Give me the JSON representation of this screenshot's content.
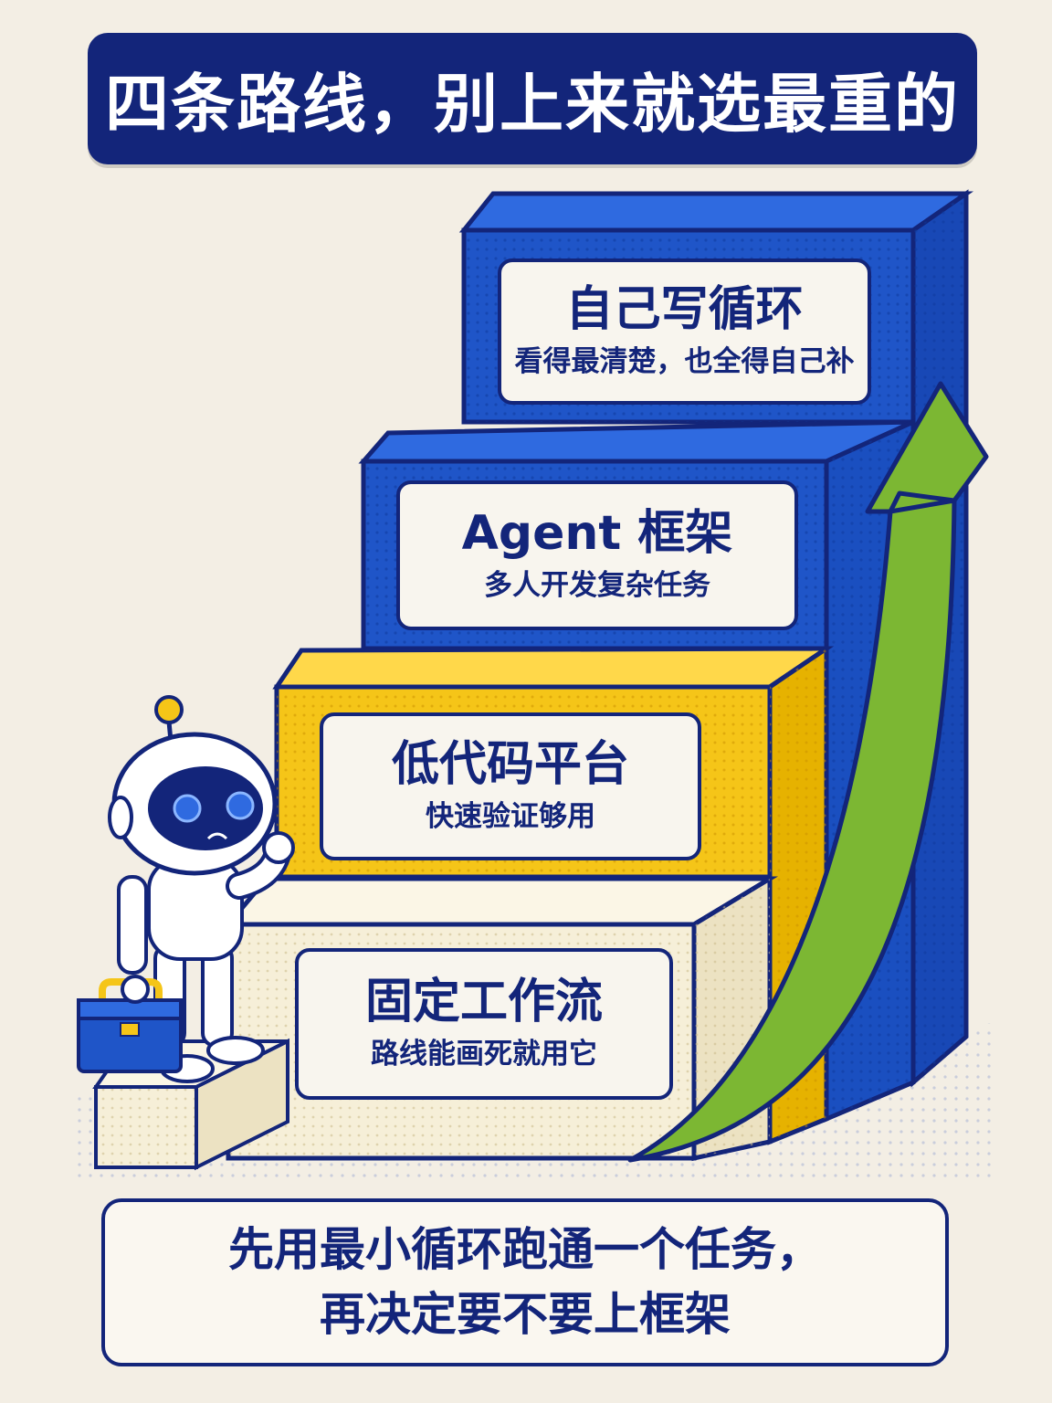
{
  "title": "四条路线，别上来就选最重的",
  "steps": [
    {
      "main": "固定工作流",
      "sub": "路线能画死就用它"
    },
    {
      "main": "低代码平台",
      "sub": "快速验证够用"
    },
    {
      "main": "Agent 框架",
      "sub": "多人开发复杂任务"
    },
    {
      "main": "自己写循环",
      "sub": "看得最清楚，也全得自己补"
    }
  ],
  "footer": {
    "line1": "先用最小循环跑通一个任务，",
    "line2": "再决定要不要上框架"
  },
  "colors": {
    "navy": "#13257a",
    "blue": "#1f55c8",
    "yellow": "#f5c518",
    "cream": "#f6efd8",
    "green": "#7cb733"
  }
}
